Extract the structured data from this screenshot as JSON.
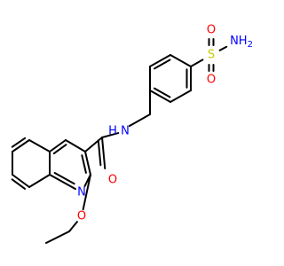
{
  "molecule": {
    "atoms": {
      "sulfur": "S",
      "oxygen_top": "O",
      "oxygen_bottom": "O",
      "sulfonamide_n": "NH",
      "sulfonamide_n_sub": "2",
      "amide_n": "N",
      "amide_h": "H",
      "amide_o": "O",
      "quinoline_n": "N",
      "ether_o": "O"
    },
    "colors": {
      "bond": "#000000",
      "sulfur": "#CCCC00",
      "oxygen": "#FF0000",
      "nitrogen": "#0000FF"
    }
  }
}
